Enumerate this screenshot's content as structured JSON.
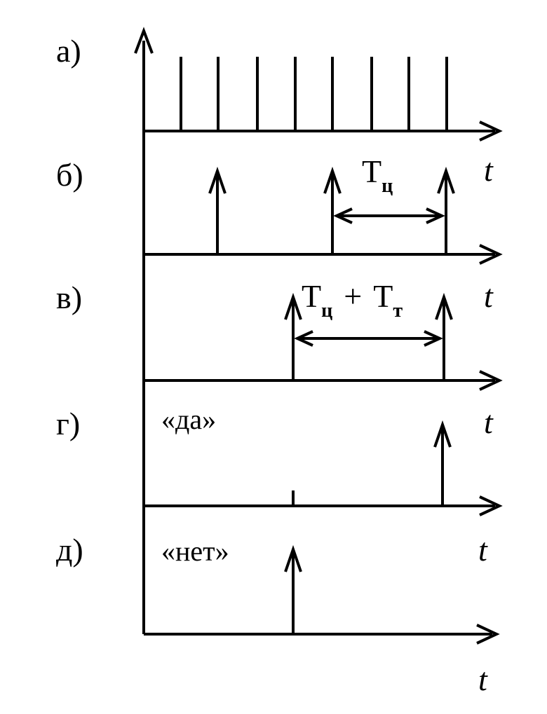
{
  "rows": [
    {
      "label": "а)"
    },
    {
      "label": "б)"
    },
    {
      "label": "в)"
    },
    {
      "label": "г)",
      "note": "«да»"
    },
    {
      "label": "д)",
      "note": "«нет»"
    }
  ],
  "time_label": "t",
  "period_b": {
    "main": "T",
    "sub": "ц"
  },
  "period_c": {
    "t1": "T",
    "s1": "ц",
    "plus": "+",
    "t2": "T",
    "s2": "т"
  }
}
